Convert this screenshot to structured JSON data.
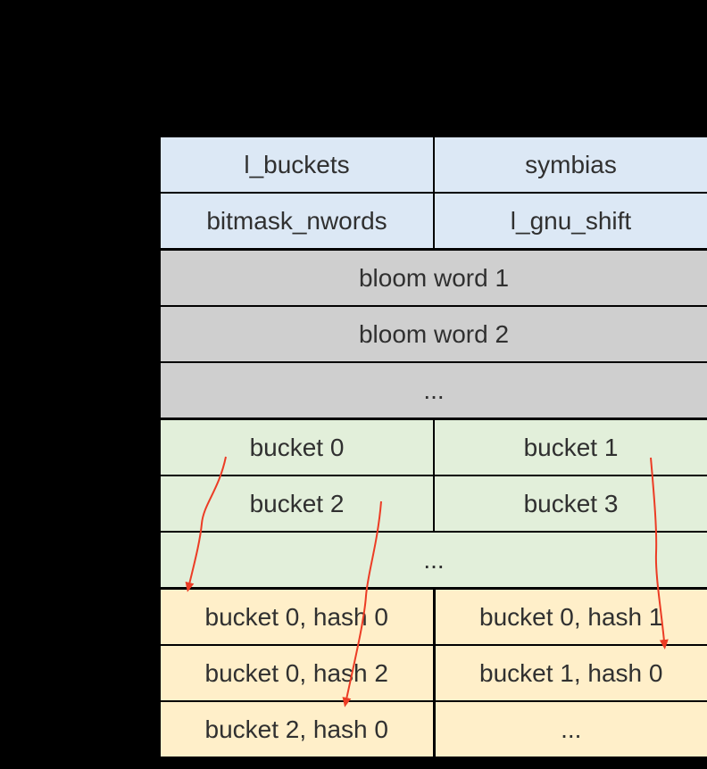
{
  "table": {
    "rows": [
      {
        "section": "header",
        "cells": [
          {
            "text": "l_buckets"
          },
          {
            "text": "symbias"
          }
        ]
      },
      {
        "section": "header",
        "cells": [
          {
            "text": "bitmask_nwords"
          },
          {
            "text": "l_gnu_shift"
          }
        ]
      },
      {
        "section": "bloom",
        "cells": [
          {
            "text": "bloom word 1",
            "span": 2
          }
        ]
      },
      {
        "section": "bloom",
        "cells": [
          {
            "text": "bloom word 2",
            "span": 2
          }
        ]
      },
      {
        "section": "bloom",
        "cells": [
          {
            "text": "...",
            "span": 2
          }
        ]
      },
      {
        "section": "buckets",
        "cells": [
          {
            "text": "bucket 0"
          },
          {
            "text": "bucket 1"
          }
        ]
      },
      {
        "section": "buckets",
        "cells": [
          {
            "text": "bucket 2"
          },
          {
            "text": "bucket 3"
          }
        ]
      },
      {
        "section": "buckets",
        "cells": [
          {
            "text": "...",
            "span": 2
          }
        ]
      },
      {
        "section": "hashes",
        "cells": [
          {
            "text": "bucket 0, hash 0"
          },
          {
            "text": "bucket 0, hash 1"
          }
        ]
      },
      {
        "section": "hashes",
        "cells": [
          {
            "text": "bucket 0, hash 2"
          },
          {
            "text": "bucket 1, hash 0"
          }
        ]
      },
      {
        "section": "hashes",
        "cells": [
          {
            "text": "bucket 2, hash 0"
          },
          {
            "text": "..."
          }
        ]
      }
    ]
  },
  "arrows": [
    {
      "name": "bucket-0-to-chain",
      "from": "bucket 0",
      "to": "bucket 0, hash 0"
    },
    {
      "name": "bucket-2-to-chain",
      "from": "bucket 2",
      "to": "bucket 2, hash 0"
    },
    {
      "name": "bucket-1-to-chain",
      "from": "bucket 1",
      "to": "bucket 1, hash 0"
    }
  ],
  "colors": {
    "background": "#000000",
    "header_bg": "#dce8f5",
    "bloom_bg": "#cfcfcf",
    "buckets_bg": "#e2efda",
    "hashes_bg": "#ffefc9",
    "border": "#000000",
    "text": "#303030",
    "arrow": "#ec3c25"
  }
}
